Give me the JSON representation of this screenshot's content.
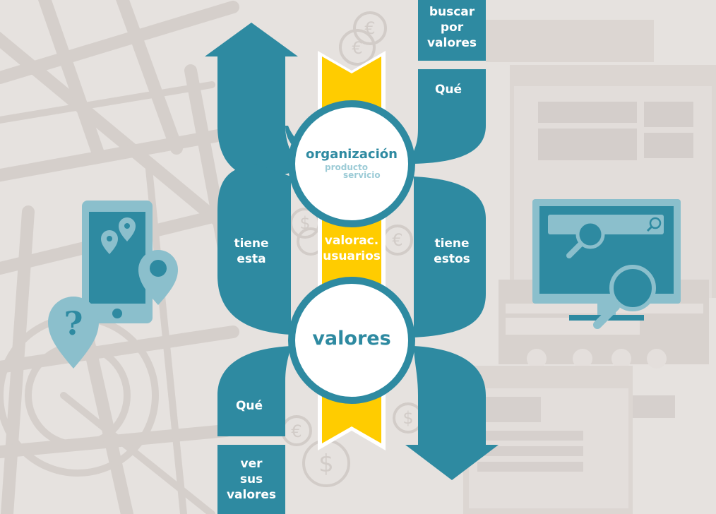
{
  "colors": {
    "background": "#e6e2df",
    "teal": "#2e8aa1",
    "yellow": "#ffcc00",
    "circle_text": "#2e8aa1",
    "circle_subtext": "#9ccbd6",
    "light_blue": "#8bbfcc"
  },
  "icons": [
    "map-background",
    "smartphone-icon",
    "location-pin-icon",
    "question-pin-icon",
    "monitor-icon",
    "magnifier-icon",
    "euro-coin-icon",
    "dollar-coin-icon",
    "browser-window-icon"
  ],
  "diagram": {
    "top_right_box": "buscar\npor\nvalores",
    "right_top_label": "Qué",
    "right_mid_label": "tiene\nestos",
    "left_mid_label": "tiene\nesta",
    "left_bottom_label": "Qué",
    "bottom_left_box": "ver\nsus\nvalores",
    "ribbon_label": "valorac.\nusuarios",
    "circle_top": {
      "title": "organización",
      "sub1": "producto",
      "sub2": "servicio"
    },
    "circle_bottom": {
      "title": "valores"
    }
  }
}
